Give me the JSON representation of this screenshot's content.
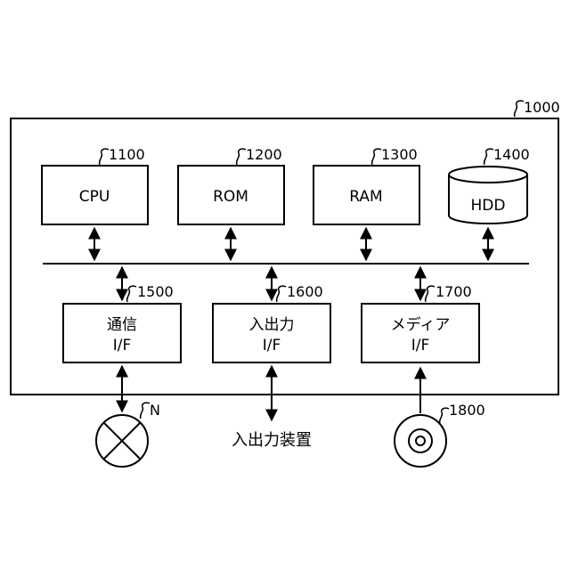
{
  "refs": {
    "system": "1000",
    "cpu": "1100",
    "rom": "1200",
    "ram": "1300",
    "hdd": "1400",
    "comm": "1500",
    "io": "1600",
    "media": "1700",
    "disc": "1800",
    "network": "N"
  },
  "labels": {
    "cpu": "CPU",
    "rom": "ROM",
    "ram": "RAM",
    "hdd": "HDD",
    "comm_line1": "通信",
    "comm_line2": "I/F",
    "io_line1": "入出力",
    "io_line2": "I/F",
    "media_line1": "メディア",
    "media_line2": "I/F",
    "io_device": "入出力装置"
  }
}
